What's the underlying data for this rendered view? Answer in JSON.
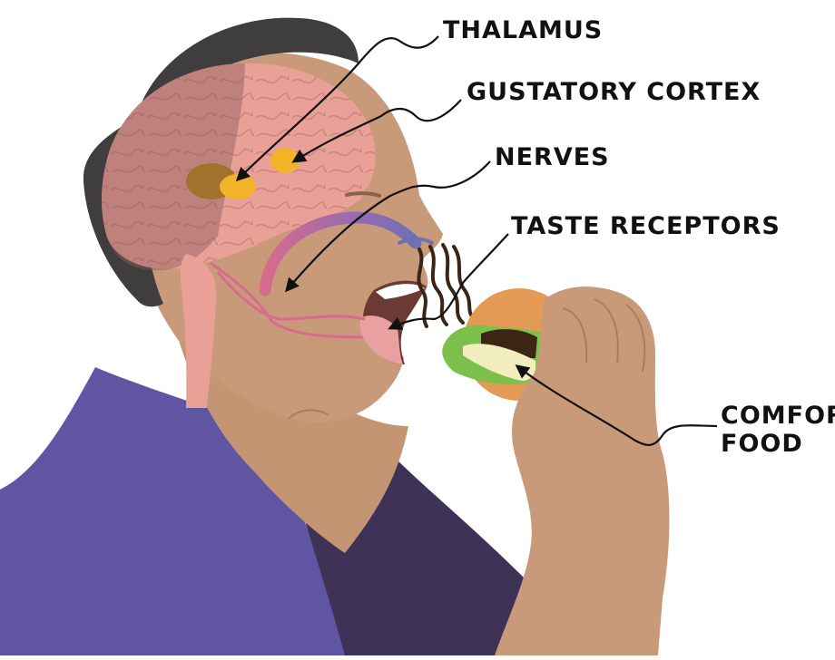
{
  "labels": {
    "thalamus": "THALAMUS",
    "gustatory_cortex": "GUSTATORY CORTEX",
    "nerves": "NERVES",
    "taste_receptors": "TASTE RECEPTORS",
    "comfort_food_line1": "COMFORT",
    "comfort_food_line2": "FOOD"
  },
  "colors": {
    "hair": "#3f3d3d",
    "skin": "#c99a79",
    "brain": "#e8a097",
    "thalamus": "#a0722c",
    "gustatory_cortex": "#f2b328",
    "shirt": "#5f55a3",
    "shirt_shadow": "#3e3357",
    "bun": "#e29a54",
    "lettuce": "#7cc04b",
    "patty": "#3b2616",
    "cheese": "#f3eec0",
    "nerve": "#d96b8c",
    "arrow": "#111111"
  }
}
